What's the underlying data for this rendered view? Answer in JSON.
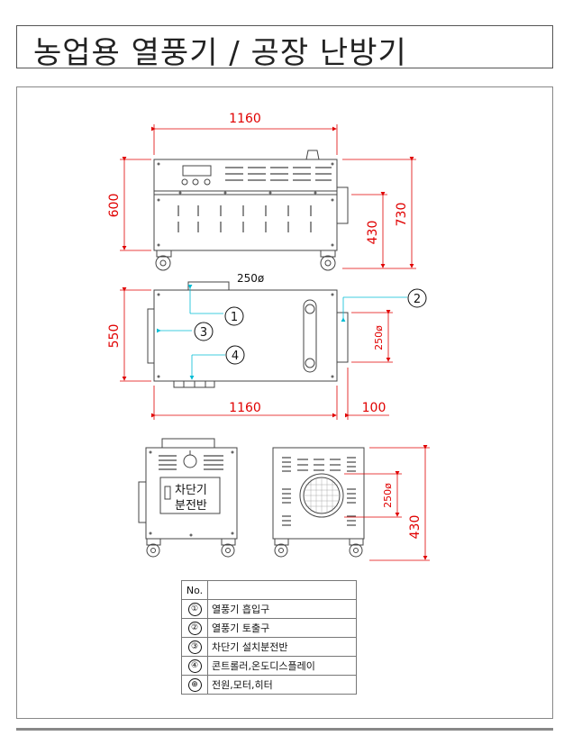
{
  "title": "농업용 열풍기 / 공장 난방기",
  "dimensions": {
    "front_width": "1160",
    "front_height": "600",
    "front_total_height": "730",
    "front_lower_height": "430",
    "top_width": "1160",
    "top_depth": "550",
    "top_extension": "100",
    "inlet_dia": "250ø",
    "outlet_dia": "250ø",
    "rear_outlet_dia": "250ø",
    "rear_height": "430"
  },
  "callouts": [
    "1",
    "2",
    "3",
    "4"
  ],
  "panel_label": [
    "차단기",
    "분전반"
  ],
  "legend": {
    "header": "No.",
    "rows": [
      {
        "num": "①",
        "desc": "열풍기 흡입구"
      },
      {
        "num": "②",
        "desc": "열풍기 토출구"
      },
      {
        "num": "③",
        "desc": "차단기 설치분전반"
      },
      {
        "num": "④",
        "desc": "콘트롤러,온도디스플레이"
      },
      {
        "num": "⊕",
        "desc": "전원,모터,히터"
      }
    ]
  },
  "colors": {
    "dimension": "#e00000",
    "leader": "#00bcd4",
    "line": "#444444"
  }
}
